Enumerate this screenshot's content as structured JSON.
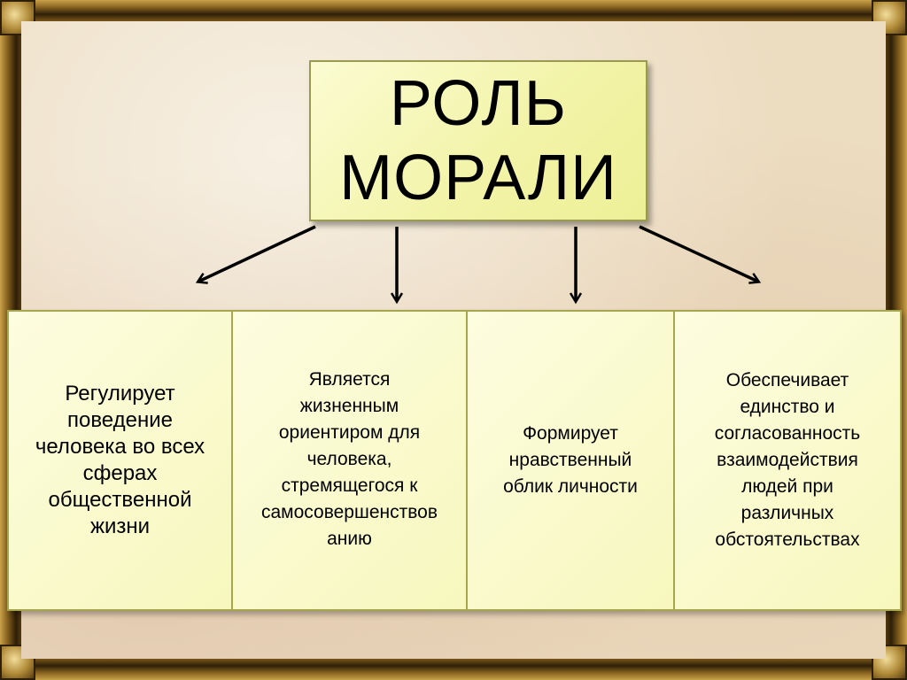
{
  "title": {
    "line1": "РОЛЬ",
    "line2": "МОРАЛИ"
  },
  "functions": [
    "Регулирует\nповедение\nчеловека во всех\nсферах\nобщественной\nжизни",
    "Является\nжизненным\nориентиром для\nчеловека,\nстремящегося к\nсамосовершенствов\nанию",
    "Формирует\nнравственный\nоблик личности",
    "Обеспечивает\nединство и\nсогласованность\nвзаимодействия\nлюдей при\nразличных\nобстоятельствах"
  ]
}
